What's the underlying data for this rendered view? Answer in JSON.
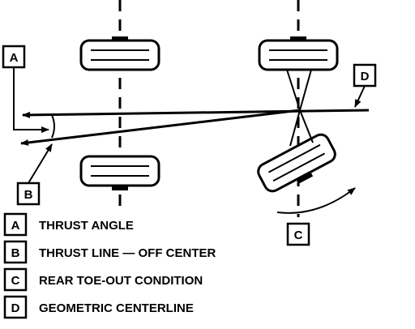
{
  "callouts": {
    "a": "A",
    "b": "B",
    "c": "C",
    "d": "D"
  },
  "legend": [
    {
      "letter": "A",
      "text": "THRUST ANGLE"
    },
    {
      "letter": "B",
      "text": "THRUST LINE — OFF CENTER"
    },
    {
      "letter": "C",
      "text": "REAR TOE-OUT CONDITION"
    },
    {
      "letter": "D",
      "text": "GEOMETRIC CENTERLINE"
    }
  ]
}
